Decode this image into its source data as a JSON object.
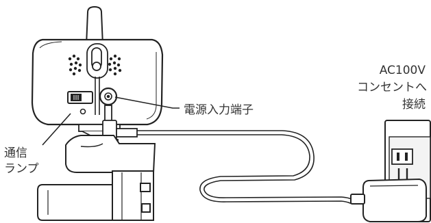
{
  "labels": {
    "power_terminal": "電源入力端子",
    "comm_lamp_line1": "通信",
    "comm_lamp_line2": "ランプ",
    "outlet_line1": "AC100V",
    "outlet_line2": "コンセントへ",
    "outlet_line3": "接続"
  },
  "colors": {
    "stroke": "#222222",
    "label": "#333333",
    "body_fill": "#ffffff",
    "shade": "#e6e6e6"
  }
}
